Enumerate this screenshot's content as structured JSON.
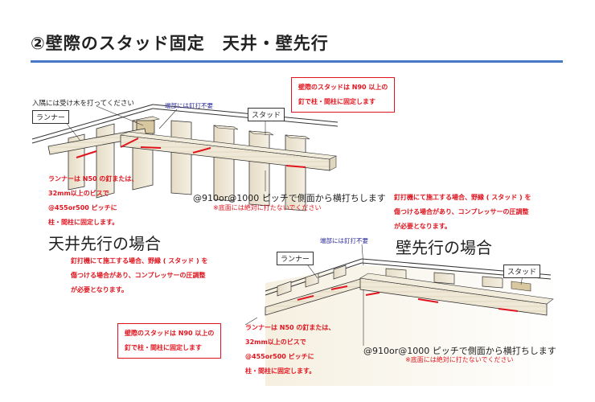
{
  "title": "②壁際のスタッド固定　天井・壁先行",
  "top_section": {
    "label_corner": "入隅には受け木を打ってください",
    "label_runner": "ランナー",
    "label_edge_no_nail": "端部には釘打不要",
    "label_stud": "スタッド",
    "red_box": [
      "壁際のスタッドは N90 以上の",
      "釘で柱・間柱に固定します"
    ],
    "red_runner_note": [
      "ランナーは N50 の釘または、",
      "32mm以上のビスで",
      "@455or500 ピッチに",
      "柱・間柱に固定します。"
    ],
    "pitch_note": "@910or@1000 ピッチで側面から横打ちします",
    "caution_note": "※底面には絶対に打たないでください",
    "big_label": "天井先行の場合",
    "red_nailgun_note": [
      "釘打機にて施工する場合、野縁 ( スタッド ) を",
      "傷つける場合があり、コンプレッサーの圧調整",
      "が必要となります。"
    ]
  },
  "bottom_section": {
    "red_nailgun_note": [
      "釘打機にて施工する場合、野縁 ( スタッド ) を",
      "傷つける場合があり、コンプレッサーの圧調整",
      "が必要となります。"
    ],
    "big_label": "壁先行の場合",
    "label_edge_no_nail": "端部には釘打不要",
    "label_runner": "ランナー",
    "label_stud": "スタッド",
    "red_box": [
      "壁際のスタッドは N90 以上の",
      "釘で柱・間柱に固定します"
    ],
    "red_runner_note": [
      "ランナーは N50 の釘または、",
      "32mm以上のビスで",
      "@455or500 ピッチに",
      "柱・間柱に固定します。"
    ],
    "pitch_note": "@910or@1000 ピッチで側面から横打ちします",
    "caution_note": "※底面には絶対に打たないでください"
  }
}
